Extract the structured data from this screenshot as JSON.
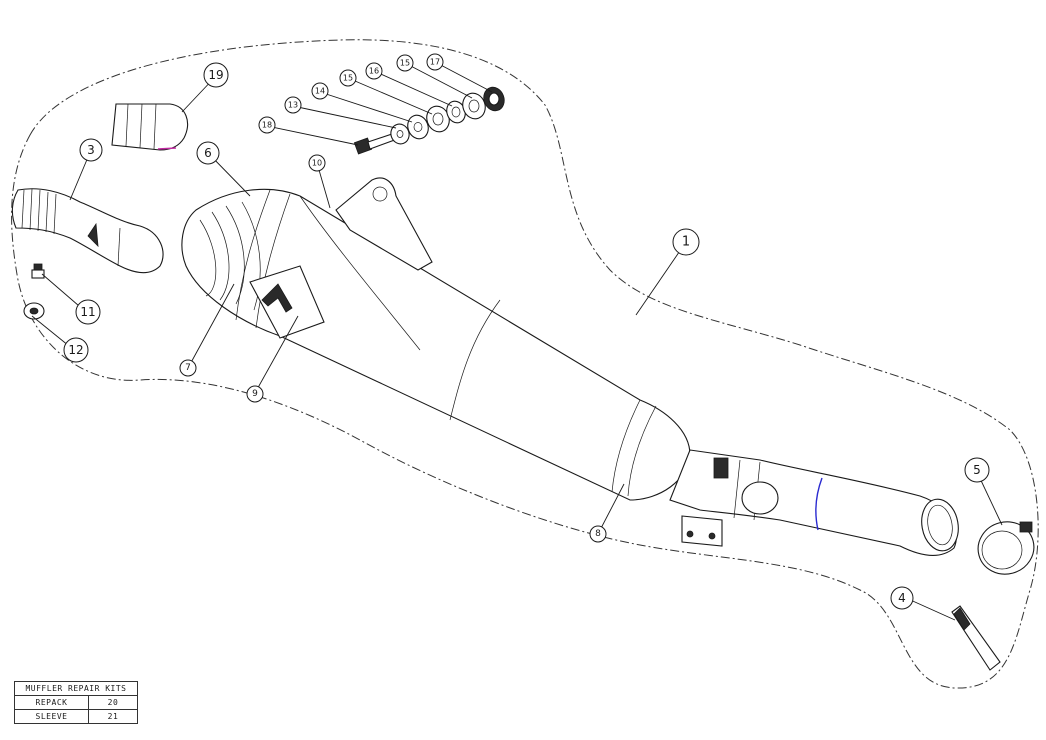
{
  "callouts": [
    {
      "id": "c1",
      "label": "1"
    },
    {
      "id": "c3",
      "label": "3"
    },
    {
      "id": "c4",
      "label": "4"
    },
    {
      "id": "c5",
      "label": "5"
    },
    {
      "id": "c6",
      "label": "6"
    },
    {
      "id": "c7",
      "label": "7"
    },
    {
      "id": "c8",
      "label": "8"
    },
    {
      "id": "c9",
      "label": "9"
    },
    {
      "id": "c10",
      "label": "10"
    },
    {
      "id": "c11",
      "label": "11"
    },
    {
      "id": "c12",
      "label": "12"
    },
    {
      "id": "c13",
      "label": "13"
    },
    {
      "id": "c14",
      "label": "14"
    },
    {
      "id": "c15a",
      "label": "15"
    },
    {
      "id": "c16",
      "label": "16"
    },
    {
      "id": "c15b",
      "label": "15"
    },
    {
      "id": "c17",
      "label": "17"
    },
    {
      "id": "c18",
      "label": "18"
    },
    {
      "id": "c19",
      "label": "19"
    }
  ],
  "repair_kits": {
    "title": "MUFFLER REPAIR KITS",
    "rows": [
      {
        "name": "REPACK",
        "number": "20"
      },
      {
        "name": "SLEEVE",
        "number": "21"
      }
    ]
  }
}
